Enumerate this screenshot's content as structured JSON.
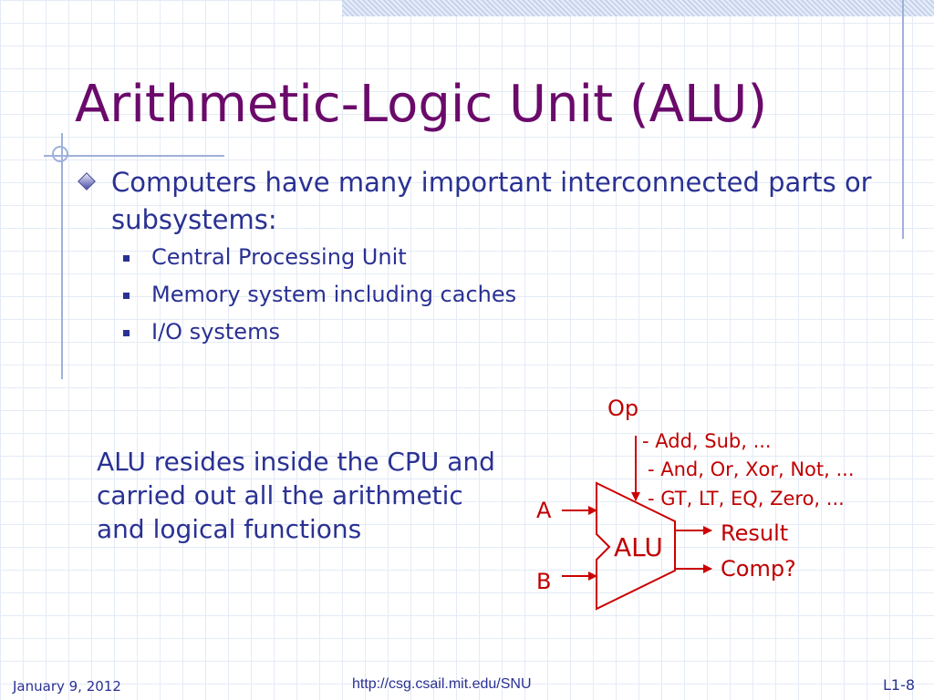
{
  "slide": {
    "title": "Arithmetic-Logic Unit (ALU)",
    "bullet_main": "Computers have many important interconnected parts or subsystems:",
    "sub_bullets": [
      "Central Processing Unit",
      "Memory system including caches",
      "I/O systems"
    ],
    "alu_description": "ALU resides inside the CPU and carried out all the arithmetic and logical functions"
  },
  "diagram": {
    "op_label": "Op",
    "op_lines": [
      "- Add, Sub, ...",
      "- And, Or, Xor, Not, ...",
      "- GT, LT, EQ, Zero, ..."
    ],
    "input_a": "A",
    "input_b": "B",
    "alu_label": "ALU",
    "output_result": "Result",
    "output_comp": "Comp?",
    "color": "#cc0000"
  },
  "footer": {
    "date": "January 9, 2012",
    "url": "http://csg.csail.mit.edu/SNU",
    "page": "L1-8"
  },
  "colors": {
    "title": "#6b0a6b",
    "body_text": "#2a3192",
    "diagram": "#cc0000"
  }
}
